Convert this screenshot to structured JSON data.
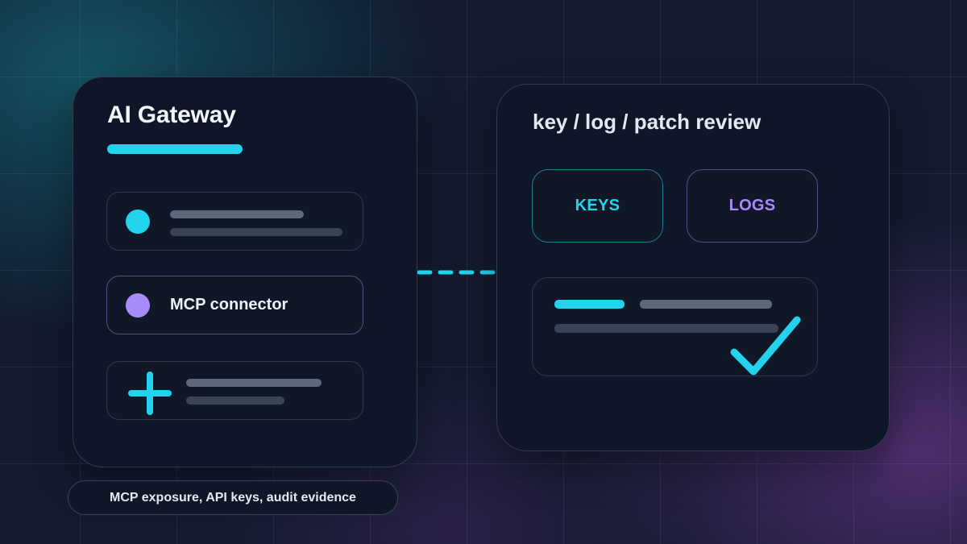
{
  "gateway": {
    "title": "AI Gateway",
    "items": [
      {
        "icon": "cyan-dot-icon",
        "label": ""
      },
      {
        "icon": "purple-dot-icon",
        "label": "MCP connector"
      },
      {
        "icon": "plus-icon",
        "label": ""
      }
    ]
  },
  "review": {
    "title": "key / log / patch review",
    "keys_label": "KEYS",
    "logs_label": "LOGS",
    "status_icon": "checkmark-icon"
  },
  "caption": "MCP exposure, API keys, audit evidence",
  "colors": {
    "accent_cyan": "#22d3ee",
    "accent_purple": "#a78bfa",
    "card_bg": "#0f1627",
    "placeholder_light": "#5d687d",
    "placeholder_dark": "#3b4457"
  }
}
